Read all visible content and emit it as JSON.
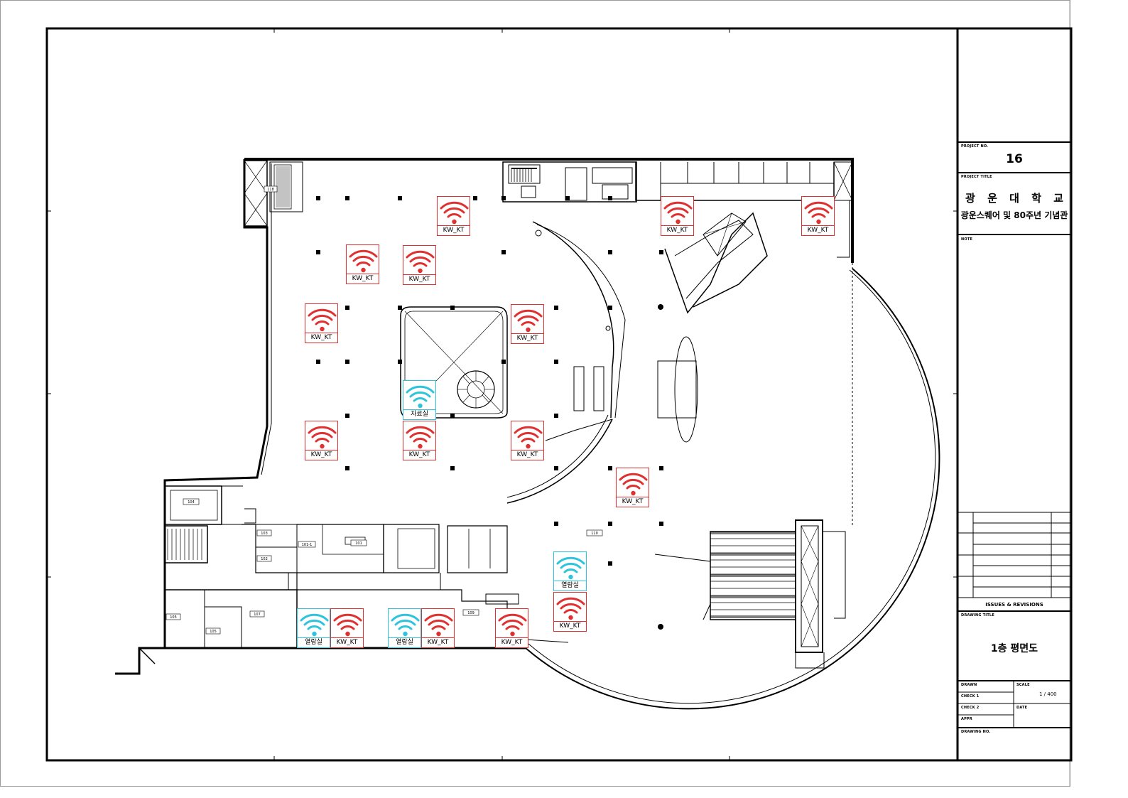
{
  "title_block": {
    "project_no_label": "PROJECT NO.",
    "project_no": "16",
    "project_title_label": "PROJECT TITLE",
    "project_title_line1": "광 운 대 학 교",
    "project_title_line2": "광운스퀘어 및 80주년 기념관",
    "note_label": "NOTE",
    "issues_label": "ISSUES & REVISIONS",
    "drawing_title_label": "DRAWING TITLE",
    "drawing_title": "1층 평면도",
    "drawn_label": "DRAWN",
    "scale_label": "SCALE",
    "scale_value": "1 / 400",
    "check1_label": "CHECK 1",
    "check2_label": "CHECK 2",
    "date_label": "DATE",
    "appr_label": "APPR",
    "drawing_no_label": "DRAWING NO."
  },
  "colors": {
    "kw_kt": "#e03030",
    "reading": "#2ec4dc"
  },
  "rooms": [
    "104",
    "103",
    "101-1",
    "101",
    "102",
    "105",
    "105",
    "107",
    "109",
    "110",
    "118"
  ],
  "access_points": [
    {
      "label": "KW_KT",
      "kind": "kw_kt"
    },
    {
      "label": "KW_KT",
      "kind": "kw_kt"
    },
    {
      "label": "KW_KT",
      "kind": "kw_kt"
    },
    {
      "label": "KW_KT",
      "kind": "kw_kt"
    },
    {
      "label": "KW_KT",
      "kind": "kw_kt"
    },
    {
      "label": "KW_KT",
      "kind": "kw_kt"
    },
    {
      "label": "KW_KT",
      "kind": "kw_kt"
    },
    {
      "label": "자료실",
      "kind": "reading"
    },
    {
      "label": "KW_KT",
      "kind": "kw_kt"
    },
    {
      "label": "KW_KT",
      "kind": "kw_kt"
    },
    {
      "label": "KW_KT",
      "kind": "kw_kt"
    },
    {
      "label": "KW_KT",
      "kind": "kw_kt"
    },
    {
      "label": "열람실",
      "kind": "reading"
    },
    {
      "label": "KW_KT",
      "kind": "kw_kt"
    },
    {
      "label": "열람실",
      "kind": "reading"
    },
    {
      "label": "KW_KT",
      "kind": "kw_kt"
    },
    {
      "label": "열람실",
      "kind": "reading"
    },
    {
      "label": "KW_KT",
      "kind": "kw_kt"
    },
    {
      "label": "KW_KT",
      "kind": "kw_kt"
    }
  ]
}
